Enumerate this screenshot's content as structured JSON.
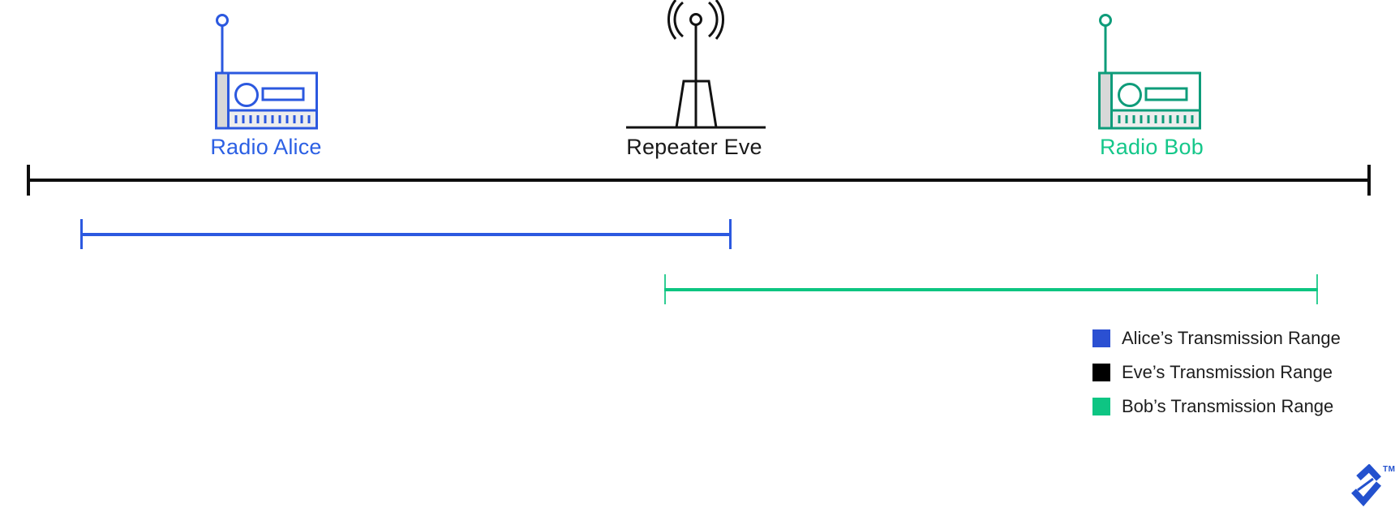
{
  "actors": {
    "alice": {
      "label": "Radio Alice",
      "icon": "radio-icon",
      "icon_color": "#2B58DF",
      "label_color": "#2C60E4"
    },
    "eve": {
      "label": "Repeater Eve",
      "icon": "antenna-tower-icon",
      "icon_color": "#121212",
      "label_color": "#1a1a1a"
    },
    "bob": {
      "label": "Radio Bob",
      "icon": "radio-icon",
      "icon_color": "#0E9C7A",
      "label_color": "#15C78A"
    }
  },
  "ranges": [
    {
      "owner": "Alice",
      "color": "#2C59E0"
    },
    {
      "owner": "Eve",
      "color": "#0E0E0E"
    },
    {
      "owner": "Bob",
      "color": "#0DC581"
    }
  ],
  "legend": {
    "items": [
      {
        "label": "Alice’s Transmission Range",
        "color": "#2B50D2"
      },
      {
        "label": "Eve’s Transmission Range",
        "color": "#000000"
      },
      {
        "label": "Bob’s Transmission Range",
        "color": "#0EC583"
      }
    ]
  },
  "logo": {
    "trademark_label": "TM",
    "color": "#2351CE"
  },
  "icon_fills": {
    "side_panel": "#D8D8D8",
    "grille_band": "#EDEDED"
  }
}
